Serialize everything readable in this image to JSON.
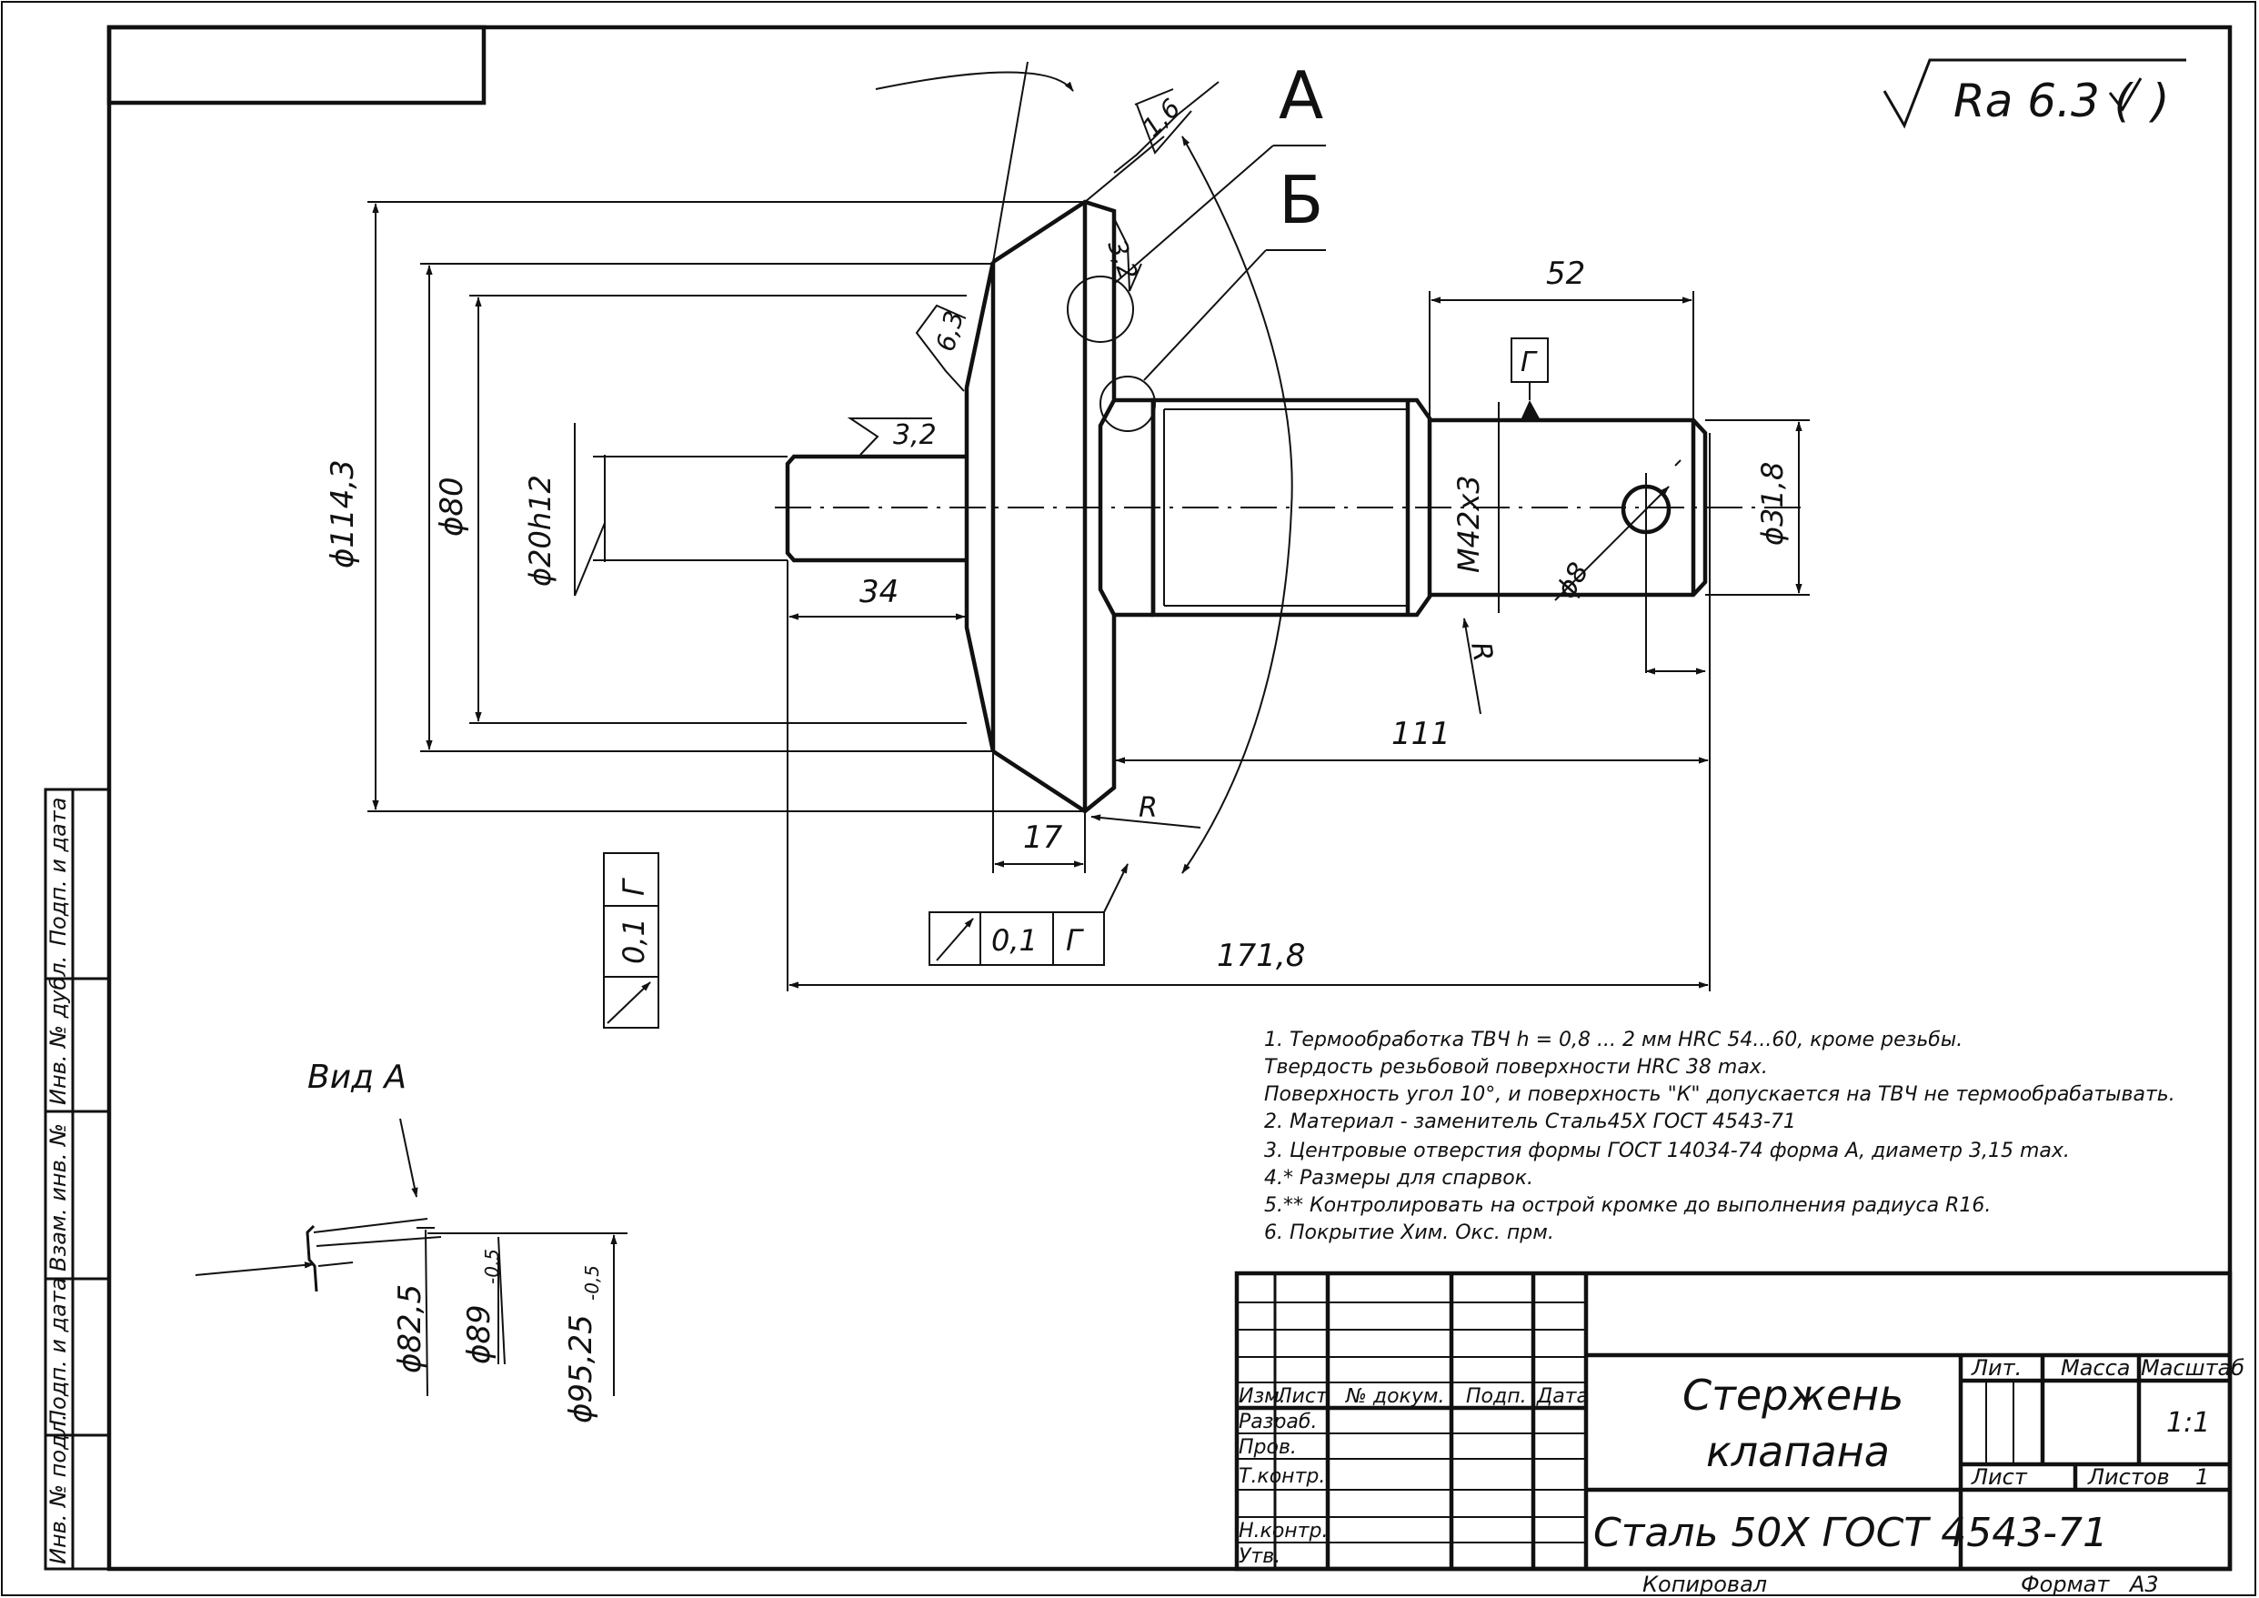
{
  "drawing": {
    "roughness": {
      "symbol": "Ra 6.3 (",
      "check": ")"
    },
    "views": {
      "a": "А",
      "b": "Б",
      "view_a": "Вид А"
    },
    "dims": {
      "d114": "ϕ114,3",
      "d80": "ϕ80",
      "d20": "ϕ20h12",
      "d31": "ϕ31,8",
      "d8": "ϕ8",
      "m42": "M42x3",
      "l52": "52",
      "l34": "34",
      "l111": "111",
      "l17": "17",
      "l171": "171,8",
      "r1": "R",
      "r2": "R",
      "rough_16": "1,6",
      "rough_32a": "3,2",
      "rough_63": "6,3",
      "rough_32b": "3,2",
      "datum": "Г",
      "d82": "ϕ82,5",
      "d89": "ϕ89",
      "d89tol": "-0,5",
      "d95": "ϕ95,25",
      "d95tol": "-0,5"
    },
    "tolerance_h": {
      "value": "0,1",
      "datum": "Г"
    },
    "tolerance_v": {
      "value": "0,1",
      "datum": "Г"
    }
  },
  "notes": [
    "1. Термообработка ТВЧ h = 0,8 ... 2 мм HRC 54...60, кроме резьбы.",
    "Твердость резьбовой поверхности  HRC 38 max.",
    "Поверхность угол 10°, и поверхность \"К\" допускается на ТВЧ не термообрабатывать.",
    "2. Материал - заменитель Сталь45X ГОСТ 4543-71",
    "3. Центровые отверстия формы  ГОСТ 14034-74 форма А, диаметр 3,15 max.",
    "4.* Размеры для спарвок.",
    "5.** Контролировать на острой кромке до выполнения радиуса  R16.",
    "6. Покрытие Хим. Окс. прм."
  ],
  "side_stamp": [
    "Подп. и дата",
    "Инв. № дубл.",
    "Взам. инв. №",
    "Подп. и дата",
    "Инв. № подл."
  ],
  "title_block": {
    "headers": {
      "izm": "Изм.",
      "list": "Лист",
      "doc": "№ докум.",
      "sign": "Подп.",
      "date": "Дата"
    },
    "roles": [
      "Разраб.",
      "Пров.",
      "Т.контр.",
      "",
      "Н.контр.",
      "Утв."
    ],
    "name_line1": "Стержень",
    "name_line2": "клапана",
    "material": "Сталь 50Х ГОСТ 4543-71",
    "lit": "Лит.",
    "mass": "Масса",
    "scale_label": "Масштаб",
    "scale": "1:1",
    "sheet_label": "Лист",
    "sheets_label": "Листов",
    "sheets": "1",
    "copied": "Копировал",
    "format_label": "Формат",
    "format": "А3"
  }
}
